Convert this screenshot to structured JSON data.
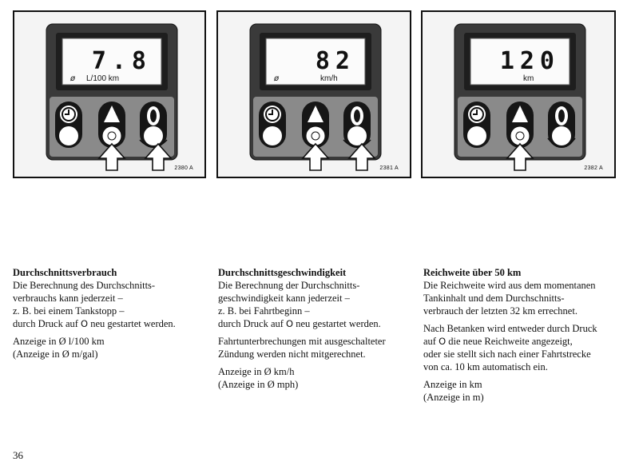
{
  "figures": [
    {
      "display_value": "7.8",
      "display_symbol": "ø",
      "display_unit": "L/100 km",
      "code": "2380 A"
    },
    {
      "display_value": "82",
      "display_symbol": "ø",
      "display_unit": "km/h",
      "code": "2381 A"
    },
    {
      "display_value": "120",
      "display_symbol": "",
      "display_unit": "km",
      "code": "2382 A"
    }
  ],
  "sections": [
    {
      "heading": "Durchschnittsverbrauch",
      "para1": [
        "Die Berechnung des Durchschnitts-",
        "verbrauchs kann jederzeit –",
        "z. B. bei einem Tankstopp –"
      ],
      "para1_pre": "durch Druck auf ",
      "para1_key": "O",
      "para1_post": " neu gestartet werden.",
      "para2": [
        "Anzeige in Ø l/100 km",
        "(Anzeige in Ø m/gal)"
      ]
    },
    {
      "heading": "Durchschnittsgeschwindigkeit",
      "para1": [
        "Die Berechnung der Durchschnitts-",
        "geschwindigkeit kann jederzeit –",
        "z. B. bei Fahrtbeginn –"
      ],
      "para1_pre": "durch Druck auf ",
      "para1_key": "O",
      "para1_post": " neu gestartet werden.",
      "para2": [
        "Fahrtunterbrechungen mit ausgeschalteter",
        "Zündung werden nicht mitgerechnet."
      ],
      "para3": [
        "Anzeige in Ø km/h",
        "(Anzeige in Ø mph)"
      ]
    },
    {
      "heading": "Reichweite über 50 km",
      "para1": [
        "Die Reichweite wird aus dem momentanen",
        "Tankinhalt und dem Durchschnitts-",
        "verbrauch der letzten 32 km errechnet."
      ],
      "para2_l1": "Nach Betanken wird entweder durch Druck",
      "para2_pre": "auf ",
      "para2_key": "O",
      "para2_post": " die neue Reichweite angezeigt,",
      "para2": [
        "oder sie stellt sich nach einer Fahrtstrecke",
        "von ca. 10 km automatisch ein."
      ],
      "para3": [
        "Anzeige in km",
        "(Anzeige in m)"
      ]
    }
  ],
  "page_number": "36"
}
